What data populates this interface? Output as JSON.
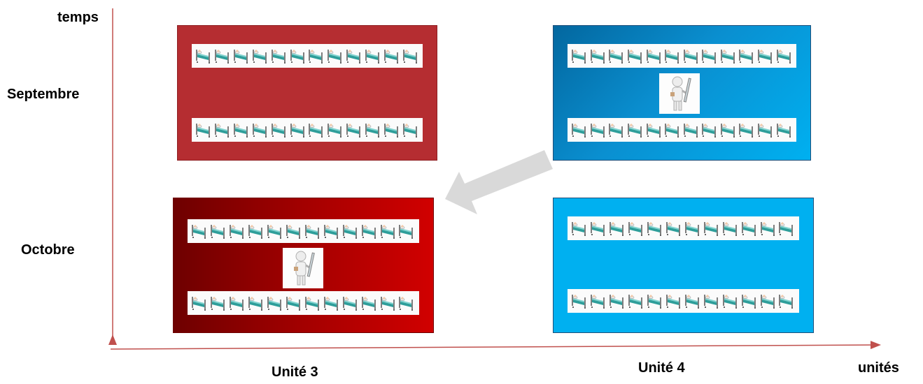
{
  "axes": {
    "y_label": "temps",
    "x_label": "unités",
    "row_labels": [
      "Septembre",
      "Octobre"
    ],
    "col_labels": [
      "Unité 3",
      "Unité 4"
    ],
    "axis_color": "#c0504d"
  },
  "panels": {
    "unit3_september": {
      "beds_per_row": 12,
      "rows": 2,
      "has_nurse": false,
      "color": "#b52d31"
    },
    "unit3_october": {
      "beds_per_row": 12,
      "rows": 2,
      "has_nurse": true,
      "color": "#c00000"
    },
    "unit4_september": {
      "beds_per_row": 12,
      "rows": 2,
      "has_nurse": true,
      "color": "#0a8fd0"
    },
    "unit4_october": {
      "beds_per_row": 12,
      "rows": 2,
      "has_nurse": false,
      "color": "#00b0f0"
    }
  },
  "transfer_arrow": {
    "from": "unit4_september",
    "to": "unit3_october",
    "color": "#d9d9d9"
  },
  "icons": {
    "bed": "hospital-bed-icon",
    "nurse": "nurse-with-syringe-icon"
  }
}
